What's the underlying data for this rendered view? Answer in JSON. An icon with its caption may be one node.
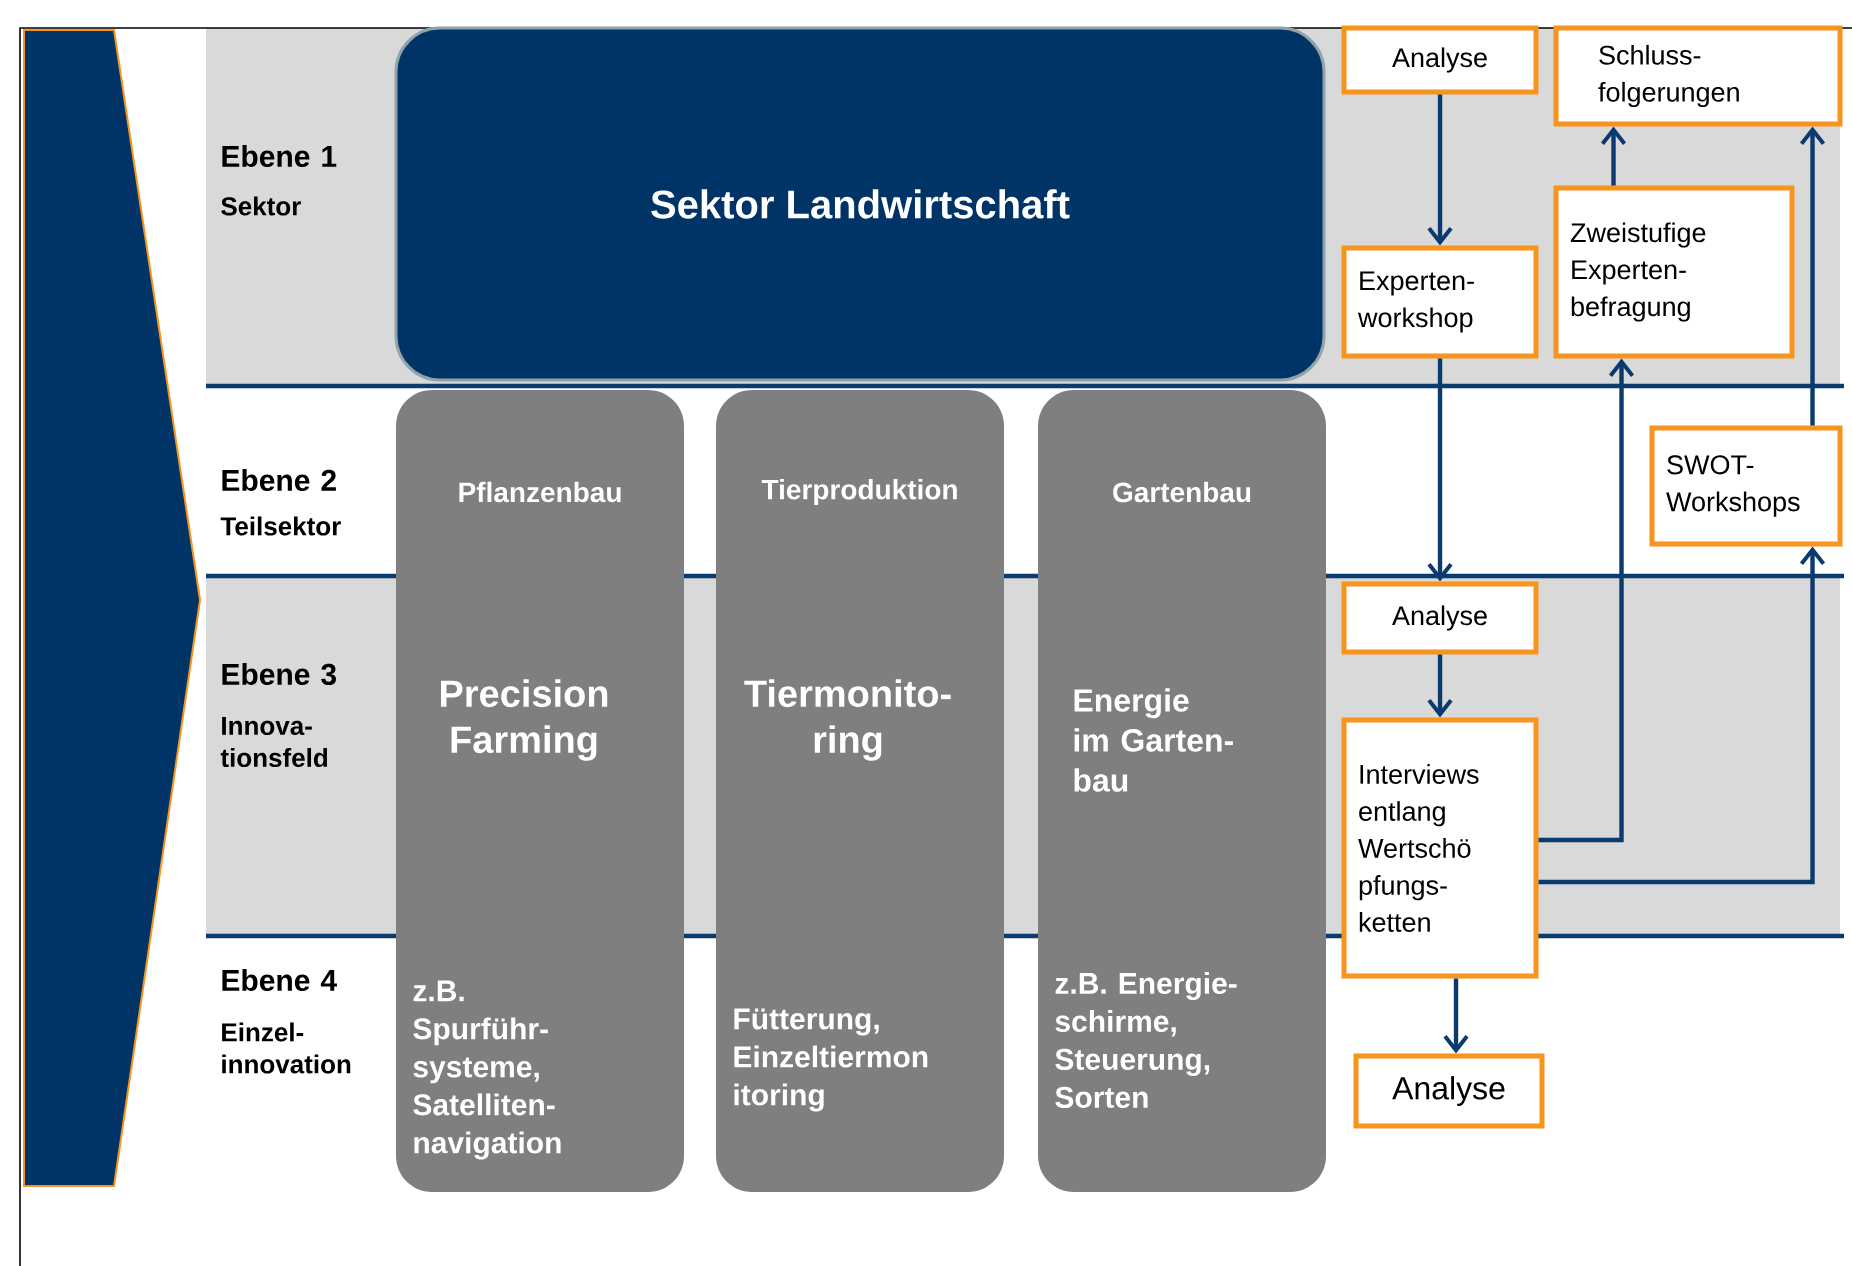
{
  "diagram": {
    "nodes": [
      {
        "text": [
          "Sektor Landwirtschaft"
        ]
      },
      {
        "text": [
          "Pflanzenbau",
          "Precision Farming",
          "z.B. Spurführ- systeme, Satelliten- navigation"
        ]
      },
      {
        "text": [
          "Tierproduktion",
          "Tiermonito- ring",
          "Fütterung, Einzeltiermon itoring"
        ]
      },
      {
        "text": [
          "Gartenbau",
          "Energie im Garten- bau",
          "z.B. Energie- schirme, Steuerung, Sorten"
        ]
      },
      {
        "text": [
          "Analyse"
        ]
      },
      {
        "text": [
          "Schluss- folgerungen"
        ]
      },
      {
        "text": [
          "Experten- workshop"
        ]
      },
      {
        "text": [
          "Zweistufige Experten- befragung"
        ]
      },
      {
        "text": [
          "SWOT- Workshops"
        ]
      },
      {
        "text": [
          "Analyse"
        ]
      },
      {
        "text": [
          "Interviews entlang Wertschö pfungs- ketten"
        ]
      },
      {
        "text": [
          "Analyse"
        ]
      }
    ],
    "edges": [
      {
        "from": 4,
        "to": 6,
        "arrow": "to"
      },
      {
        "from": 6,
        "to": 9,
        "arrow": "to"
      },
      {
        "from": 9,
        "to": 10,
        "arrow": "to"
      },
      {
        "from": 10,
        "to": 11,
        "arrow": "to"
      },
      {
        "from": 7,
        "to": 5,
        "arrow": "to"
      },
      {
        "from": 8,
        "to": 5,
        "arrow": "to"
      },
      {
        "from": 10,
        "to": 7,
        "arrow": "to"
      },
      {
        "from": 10,
        "to": 8,
        "arrow": "to"
      }
    ],
    "labels": [
      "Ebene 1",
      "Sektor",
      "Ebene 2",
      "Teilsektor",
      "Ebene 3",
      "Innova- tionsfeld",
      "Ebene 4",
      "Einzel- innovation"
    ]
  }
}
